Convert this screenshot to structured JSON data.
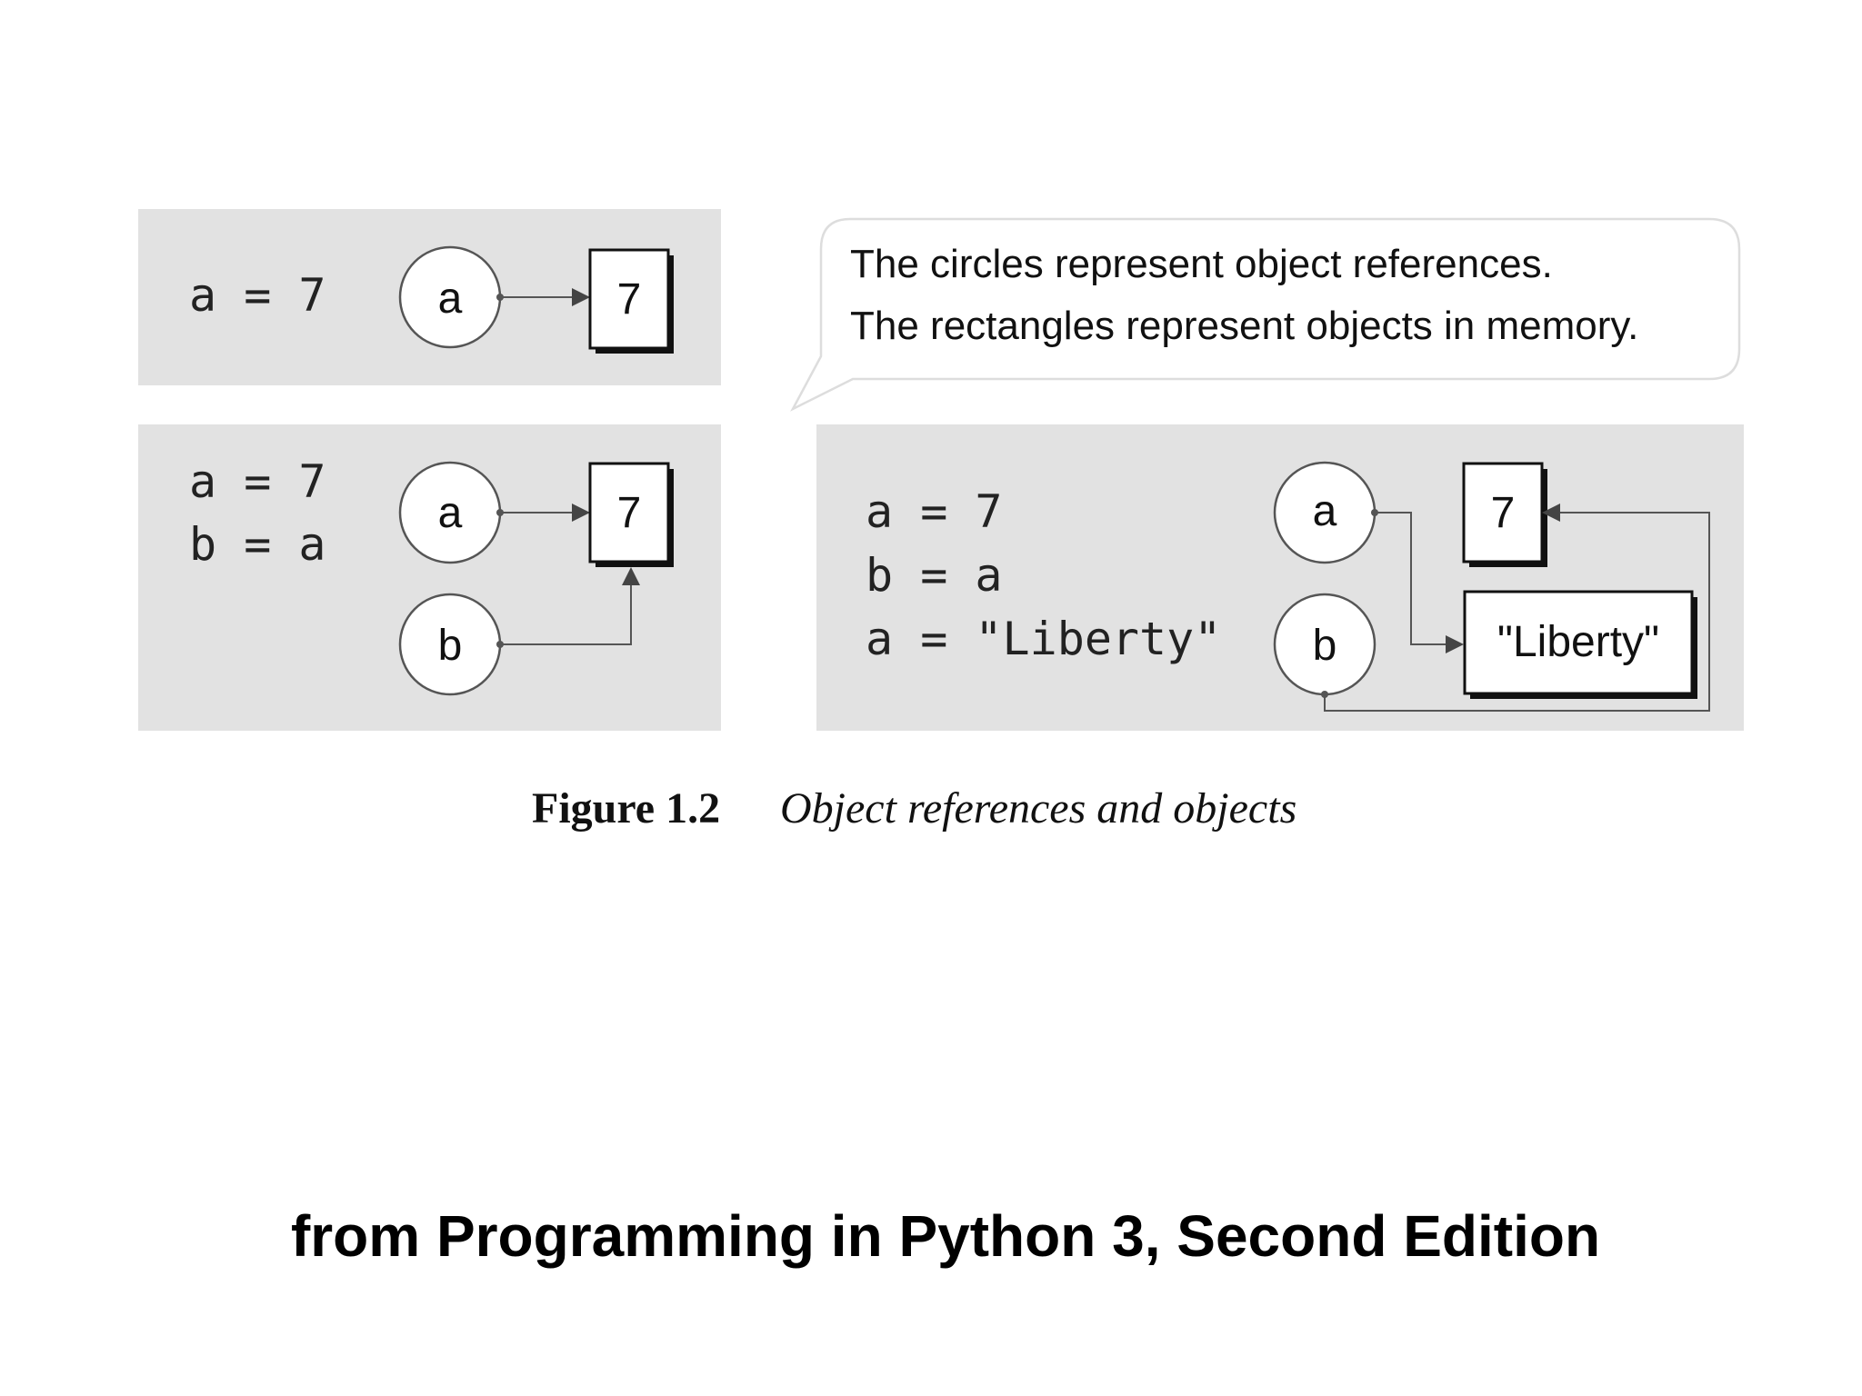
{
  "panels": {
    "top_left": {
      "code": [
        "a = 7"
      ],
      "refs": [
        "a"
      ],
      "objects": [
        "7"
      ]
    },
    "bottom_left": {
      "code": [
        "a = 7",
        "b = a"
      ],
      "refs": [
        "a",
        "b"
      ],
      "objects": [
        "7"
      ]
    },
    "bottom_right": {
      "code": [
        "a = 7",
        "b = a",
        "a = \"Liberty\""
      ],
      "refs": [
        "a",
        "b"
      ],
      "objects": [
        "7",
        "\"Liberty\""
      ]
    }
  },
  "callout": {
    "lines": [
      "The circles represent object references.",
      "The rectangles represent objects in memory."
    ]
  },
  "caption": {
    "number": "Figure 1.2",
    "text": "Object references and objects"
  },
  "footer": {
    "text": "from Programming in Python 3, Second Edition"
  },
  "colors": {
    "panel": "#e2e2e2",
    "wire": "#555555"
  }
}
